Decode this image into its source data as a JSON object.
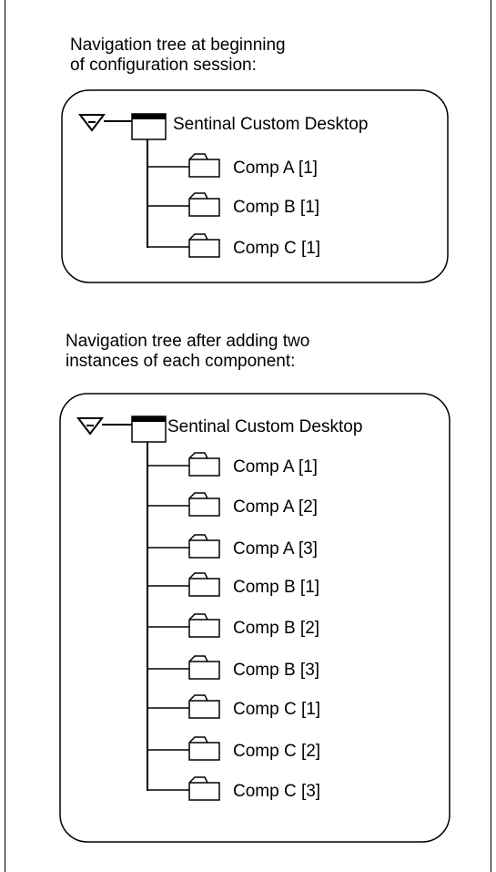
{
  "panels": [
    {
      "caption": [
        "Navigation tree at beginning",
        "of configuration session:"
      ],
      "root_label": "Sentinal Custom Desktop",
      "items": [
        "Comp A [1]",
        "Comp B [1]",
        "Comp C [1]"
      ]
    },
    {
      "caption": [
        "Navigation tree after adding two",
        "instances of each component:"
      ],
      "root_label": "Sentinal Custom Desktop",
      "items": [
        "Comp A [1]",
        "Comp A [2]",
        "Comp A [3]",
        "Comp B [1]",
        "Comp B [2]",
        "Comp B [3]",
        "Comp C [1]",
        "Comp C [2]",
        "Comp C [3]"
      ]
    }
  ],
  "icons": {
    "expand": "triangle-down-icon",
    "root": "desktop-window-icon",
    "item": "folder-icon"
  }
}
